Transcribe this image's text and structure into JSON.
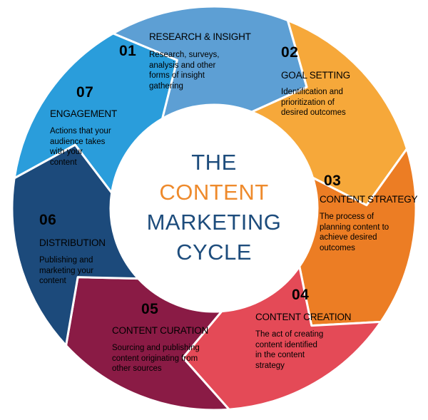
{
  "center": {
    "line1": "THE",
    "line2": "CONTENT",
    "line3": "MARKETING",
    "line4": "CYCLE",
    "color_dark": "#1d4c7c",
    "color_accent": "#ee8a2c"
  },
  "stages": [
    {
      "number": "01",
      "title": "RESEARCH & INSIGHT",
      "description": [
        "Research, surveys,",
        "analysis and other",
        "forms of insight",
        "gathering"
      ],
      "color": "#5d9fd4"
    },
    {
      "number": "02",
      "title": "GOAL SETTING",
      "description": [
        "Identification and",
        "prioritization of",
        "desired outcomes"
      ],
      "color": "#f6a83a"
    },
    {
      "number": "03",
      "title": "CONTENT STRATEGY",
      "description": [
        "The process of",
        "planning content to",
        "achieve desired",
        "outcomes"
      ],
      "color": "#ec7d24"
    },
    {
      "number": "04",
      "title": "CONTENT CREATION",
      "description": [
        "The act of creating",
        "content identified",
        "in the content",
        "strategy"
      ],
      "color": "#e44a57"
    },
    {
      "number": "05",
      "title": "CONTENT CURATION",
      "description": [
        "Sourcing and publishing",
        "content originating from",
        "other sources"
      ],
      "color": "#8a1b45"
    },
    {
      "number": "06",
      "title": "DISTRIBUTION",
      "description": [
        "Publishing and",
        "marketing your",
        "content"
      ],
      "color": "#1c4a7b"
    },
    {
      "number": "07",
      "title": "ENGAGEMENT",
      "description": [
        "Actions that your",
        "audience takes",
        "with your",
        "content"
      ],
      "color": "#2a9ddb"
    }
  ]
}
